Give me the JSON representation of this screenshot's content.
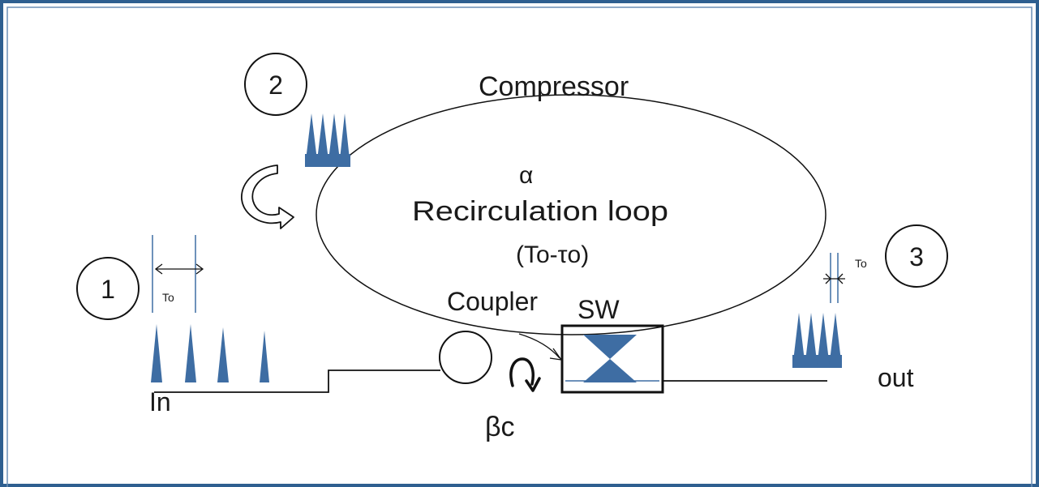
{
  "labels": {
    "compressor": "Compressor",
    "alpha": "α",
    "recirculation_loop": "Recirculation loop",
    "delay": "(To-τo)",
    "coupler": "Coupler",
    "switch": "SW",
    "input": "In",
    "output": "out",
    "coupling_ratio": "βc",
    "period_input": "To",
    "period_output": "To"
  },
  "markers": [
    "1",
    "2",
    "3"
  ],
  "colors": {
    "frame": "#2e5f90",
    "pulse": "#3e6da3",
    "line": "#111111"
  }
}
